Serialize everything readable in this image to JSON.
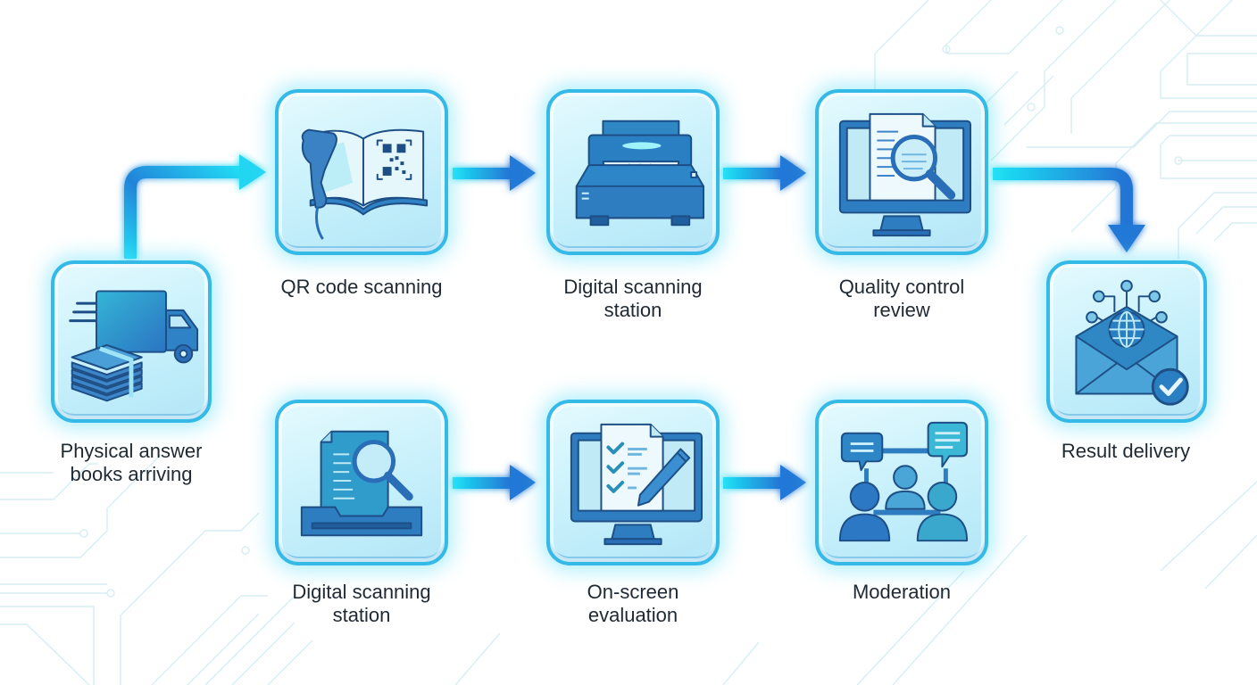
{
  "diagram": {
    "type": "process-flow",
    "colors": {
      "accent": "#2a8fe0",
      "arrow_start": "#1de3f5",
      "arrow_end": "#2274d4",
      "node_border": "#35b9e6",
      "icon_dark": "#1e4e8c",
      "label": "#1f2933"
    },
    "nodes": [
      {
        "id": "n1",
        "label": "Physical answer books arriving",
        "label_lines": [
          "Physical answer",
          "books arriving"
        ],
        "icon": "delivery-truck-books-icon"
      },
      {
        "id": "n2",
        "label": "QR code scanning",
        "label_lines": [
          "QR code scanning"
        ],
        "icon": "qr-scanner-book-icon"
      },
      {
        "id": "n3",
        "label": "Digital scanning station",
        "label_lines": [
          "Digital scanning",
          "station"
        ],
        "icon": "document-scanner-icon"
      },
      {
        "id": "n4",
        "label": "Quality control review",
        "label_lines": [
          "Quality control",
          "review"
        ],
        "icon": "monitor-magnifier-icon"
      },
      {
        "id": "n5",
        "label": "Result delivery",
        "label_lines": [
          "Result delivery"
        ],
        "icon": "envelope-globe-check-icon"
      },
      {
        "id": "n6",
        "label": "Digital scanning station",
        "label_lines": [
          "Digital scanning",
          "station"
        ],
        "icon": "document-tray-magnifier-icon"
      },
      {
        "id": "n7",
        "label": "On-screen evaluation",
        "label_lines": [
          "On-screen",
          "evaluation"
        ],
        "icon": "monitor-checklist-pen-icon"
      },
      {
        "id": "n8",
        "label": "Moderation",
        "label_lines": [
          "Moderation"
        ],
        "icon": "people-discussion-icon"
      }
    ],
    "edges": [
      {
        "from": "n1",
        "to": "n2",
        "shape": "elbow-up-right"
      },
      {
        "from": "n2",
        "to": "n3",
        "shape": "straight"
      },
      {
        "from": "n3",
        "to": "n4",
        "shape": "straight"
      },
      {
        "from": "n4",
        "to": "n5",
        "shape": "elbow-right-down"
      },
      {
        "from": "n6",
        "to": "n7",
        "shape": "straight"
      },
      {
        "from": "n7",
        "to": "n8",
        "shape": "straight"
      }
    ]
  }
}
